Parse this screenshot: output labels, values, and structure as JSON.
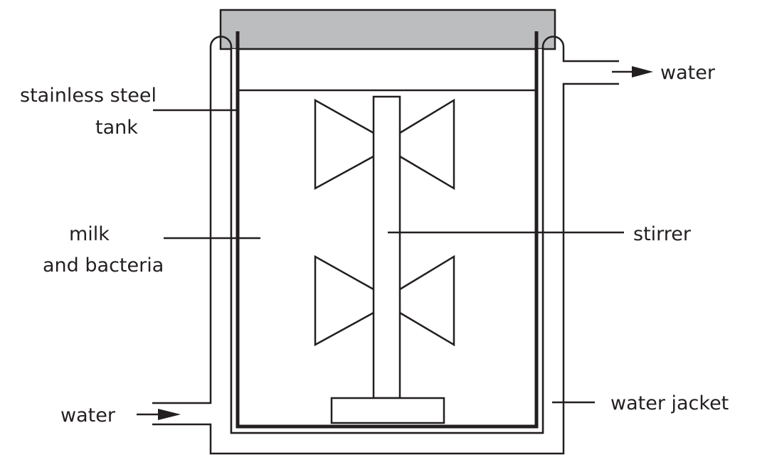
{
  "title": "Fermenter with water jacket",
  "labels": {
    "water_out": "water",
    "water_in": "water",
    "tank_line1": "stainless steel",
    "tank_line2": "tank",
    "milk_line1": "milk",
    "milk_line2": "and bacteria",
    "stirrer": "stirrer",
    "water_jacket": "water jacket"
  },
  "colors": {
    "lid": "#bcbdbf",
    "stroke": "#231f20"
  }
}
